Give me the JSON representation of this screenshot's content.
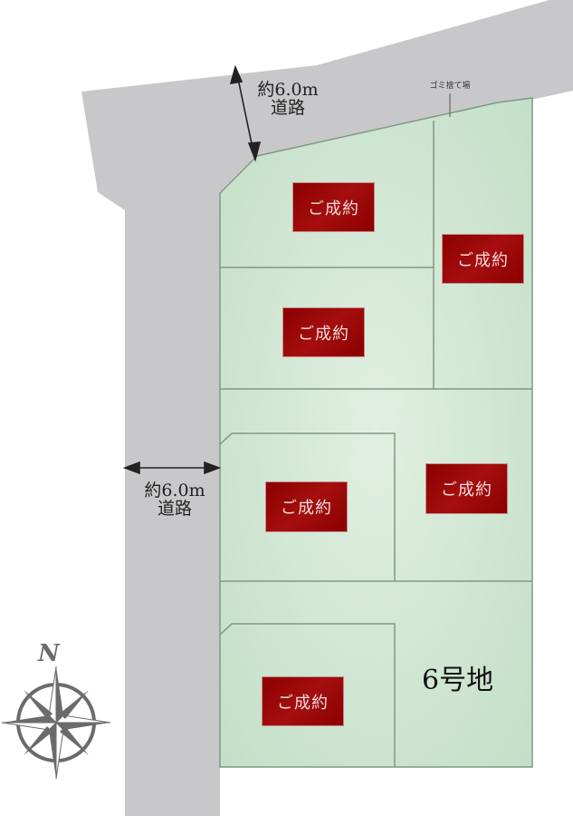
{
  "colors": {
    "road": "#c8c8ca",
    "lot_fill": "#cfe5d2",
    "lot_border": "#7f9a84",
    "sold_badge": "#9b0a0a",
    "compass": "#6b6b6b"
  },
  "roads": {
    "north": {
      "width_label": "約6.0m",
      "name_label": "道路"
    },
    "west": {
      "width_label": "約6.0m",
      "name_label": "道路"
    }
  },
  "trash_station": {
    "label": "ゴミ捨て場"
  },
  "lots": [
    {
      "id": "lot-top-left",
      "status": "ご成約"
    },
    {
      "id": "lot-top-right",
      "status": "ご成約"
    },
    {
      "id": "lot-second-left",
      "status": "ご成約"
    },
    {
      "id": "lot-middle-left",
      "status": "ご成約"
    },
    {
      "id": "lot-middle-right",
      "status": "ご成約"
    },
    {
      "id": "lot-bottom-left",
      "status": "ご成約"
    },
    {
      "id": "lot-6",
      "name": "6号地"
    }
  ],
  "compass": {
    "north_label": "N"
  }
}
